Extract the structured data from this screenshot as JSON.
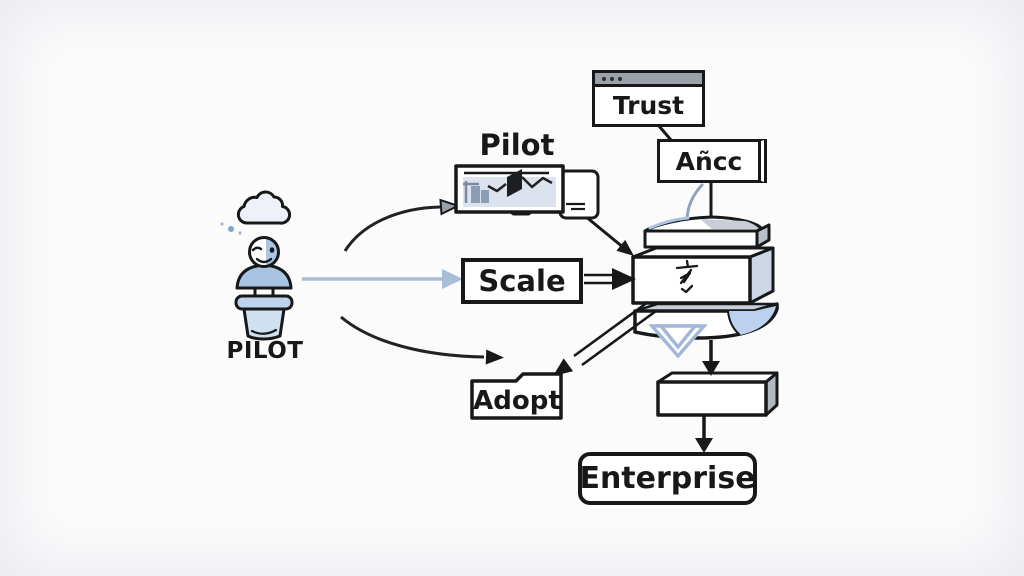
{
  "page": {
    "background": "#fbfbfc",
    "description": "Hand-drawn style flow diagram from a pilot user to enterprise rollout"
  },
  "person": {
    "label": "PILOT"
  },
  "monitor": {
    "title": "Pilot"
  },
  "trust_window": {
    "label": "Trust"
  },
  "ai_box": {
    "label": "Añcc"
  },
  "scale_box": {
    "label": "Scale"
  },
  "adopt_folder": {
    "label": "Adopt"
  },
  "enterprise_box": {
    "label": "Enterprise"
  },
  "colors": {
    "ink": "#17181a",
    "light_blue": "#aac5e3",
    "pale_panel_blue": "#dde3ee",
    "steel_blue": "#8b9cb5",
    "arrow_blue": "#a9bdd9",
    "window_bar_gray": "#9aa1a9",
    "side_gray": "#b9bfc7",
    "side_blue": "#cdd7e6",
    "chevron_blue": "#a3b8d9"
  },
  "icons": [
    {
      "name": "thought-cloud-icon"
    },
    {
      "name": "person-icon"
    },
    {
      "name": "pedestal-icon"
    },
    {
      "name": "monitor-chart-icon"
    },
    {
      "name": "browser-window-icon"
    },
    {
      "name": "window-dots-icon"
    },
    {
      "name": "stack-3d-icon"
    },
    {
      "name": "spark-glyph-icon"
    },
    {
      "name": "chevron-down-icon"
    },
    {
      "name": "folder-icon"
    },
    {
      "name": "buffer-box-icon"
    }
  ],
  "diagram": {
    "nodes": [
      {
        "id": "person",
        "label": "PILOT",
        "type": "person-on-pedestal"
      },
      {
        "id": "pilot-monitor",
        "label": "Pilot",
        "type": "monitor-with-chart"
      },
      {
        "id": "trust",
        "label": "Trust",
        "type": "browser-window"
      },
      {
        "id": "ai-box",
        "label": "Añcc",
        "type": "box"
      },
      {
        "id": "scale",
        "label": "Scale",
        "type": "box"
      },
      {
        "id": "adopt",
        "label": "Adopt",
        "type": "folder"
      },
      {
        "id": "stack",
        "label": "",
        "type": "3d-layer-stack"
      },
      {
        "id": "buffer",
        "label": "",
        "type": "3d-box"
      },
      {
        "id": "enterprise",
        "label": "Enterprise",
        "type": "rounded-box"
      }
    ],
    "edges": [
      {
        "from": "person",
        "to": "pilot-monitor",
        "style": "curved-arrow-gray-head"
      },
      {
        "from": "person",
        "to": "scale",
        "style": "straight-blue-arrow"
      },
      {
        "from": "person",
        "to": "adopt",
        "style": "curved-arrow"
      },
      {
        "from": "trust",
        "to": "ai-box",
        "style": "line"
      },
      {
        "from": "ai-box",
        "to": "stack",
        "style": "line"
      },
      {
        "from": "pilot-monitor",
        "to": "stack",
        "style": "arrow"
      },
      {
        "from": "scale",
        "to": "stack",
        "style": "double-line-arrow"
      },
      {
        "from": "stack",
        "to": "adopt",
        "style": "double-line-arrow"
      },
      {
        "from": "stack",
        "to": "buffer",
        "style": "arrow"
      },
      {
        "from": "buffer",
        "to": "enterprise",
        "style": "arrow"
      }
    ]
  }
}
